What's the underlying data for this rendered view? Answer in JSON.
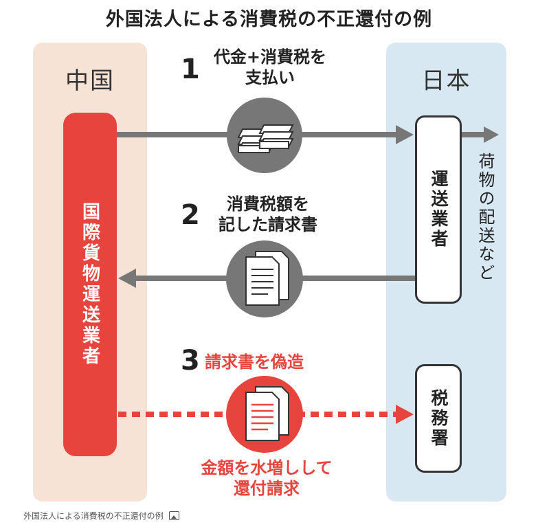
{
  "title": "外国法人による消費税の不正還付の例",
  "countries": {
    "china": "中国",
    "japan": "日本"
  },
  "actors": {
    "forwarder": "国際貨物運送業者",
    "carrier": "運送業者",
    "tax_office": "税務署"
  },
  "cargo_label": "荷物の配送など",
  "steps": [
    {
      "number": "1",
      "line1": "代金+消費税を",
      "line2": "支払い"
    },
    {
      "number": "2",
      "line1": "消費税額を",
      "line2": "記した請求書"
    },
    {
      "number": "3",
      "line1": "請求書を偽造",
      "note_line1": "金額を水増しして",
      "note_line2": "還付請求"
    }
  ],
  "colors": {
    "red": "#e8443e",
    "gray": "#777777",
    "china_bg": "#f6e3d6",
    "japan_bg": "#d8e8f3"
  },
  "icons": [
    "money-stack-icon",
    "document-icon",
    "forged-document-icon"
  ],
  "caption": "外国法人による消費税の不正還付の例"
}
